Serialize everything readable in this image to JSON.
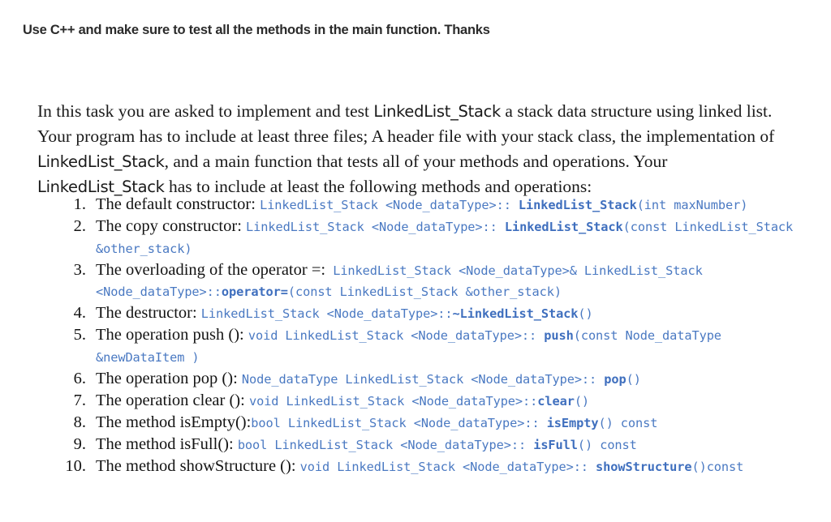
{
  "document": {
    "background_color": "#ffffff",
    "text_color": "#131313",
    "code_color": "#4a79c2",
    "code_bold_color": "#3f6fbe"
  },
  "prompt": {
    "text": "Use C++ and make sure to test all the methods in the main function. Thanks"
  },
  "intro": {
    "part1": "In this task you are asked to implement and test ",
    "term1": "LinkedList_Stack",
    "part2": " a stack data structure using linked list. Your program has to include at least three files; A header file with your stack class, the implementation of ",
    "term2": "LinkedList_Stack",
    "part3": ", and a main function that tests all of your methods and operations. Your ",
    "term3": "LinkedList_Stack",
    "part4": " has to include at least the following methods and operations:"
  },
  "methods": {
    "items": [
      {
        "number": "1.",
        "label": "The default constructor: ",
        "code_plain_1": "LinkedList_Stack <Node_dataType>:: ",
        "code_bold_1": "LinkedList_Stack",
        "code_plain_2": "(int maxNumber)"
      },
      {
        "number": "2.",
        "label": "The copy constructor: ",
        "code_plain_1": "LinkedList_Stack <Node_dataType>:: ",
        "code_bold_1": "LinkedList_Stack",
        "code_plain_2": "(const LinkedList_Stack &other_stack)"
      },
      {
        "number": "3.",
        "label": "The overloading of the operator =:",
        "code_plain_1": " LinkedList_Stack <Node_dataType>& LinkedList_Stack <Node_dataType>::",
        "code_bold_1": "operator=",
        "code_plain_2": "(const LinkedList_Stack &other_stack)"
      },
      {
        "number": "4.",
        "label": "The destructor: ",
        "code_plain_1": "LinkedList_Stack <Node_dataType>::",
        "code_bold_1": "~LinkedList_Stack",
        "code_plain_2": "()"
      },
      {
        "number": "5.",
        "label": "The operation push (): ",
        "code_plain_1": "void LinkedList_Stack <Node_dataType>:: ",
        "code_bold_1": "push",
        "code_plain_2": "(const Node_dataType &newDataItem )"
      },
      {
        "number": "6.",
        "label": "The operation pop (): ",
        "code_plain_1": "Node_dataType LinkedList_Stack <Node_dataType>:: ",
        "code_bold_1": "pop",
        "code_plain_2": "()"
      },
      {
        "number": "7.",
        "label": "The operation clear (): ",
        "code_plain_1": "void LinkedList_Stack <Node_dataType>::",
        "code_bold_1": "clear",
        "code_plain_2": "()"
      },
      {
        "number": "8.",
        "label": "The method isEmpty():",
        "code_plain_1": "bool LinkedList_Stack <Node_dataType>:: ",
        "code_bold_1": "isEmpty",
        "code_plain_2": "() const"
      },
      {
        "number": "9.",
        "label": "The method isFull(): ",
        "code_plain_1": "bool LinkedList_Stack <Node_dataType>:: ",
        "code_bold_1": "isFull",
        "code_plain_2": "() const"
      },
      {
        "number": "10.",
        "label": "The method showStructure (): ",
        "code_plain_1": "void LinkedList_Stack <Node_dataType>:: ",
        "code_bold_1": "showStructure",
        "code_plain_2": "()const"
      }
    ]
  }
}
